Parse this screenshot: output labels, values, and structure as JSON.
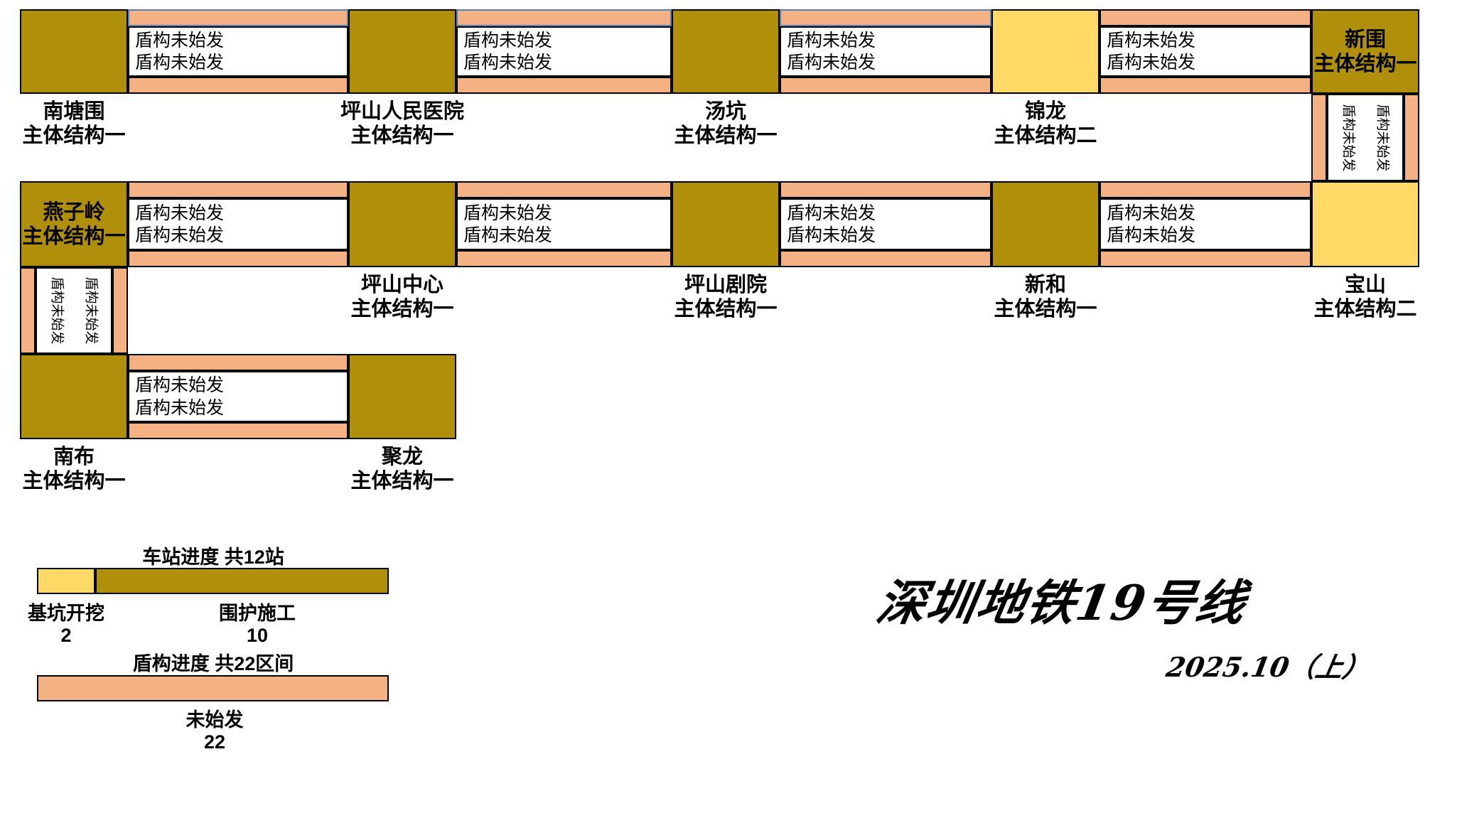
{
  "title": {
    "main": "深圳地铁19号线",
    "period": "2025.10（上）"
  },
  "tunnel_label": "盾构未始发",
  "stations": [
    {
      "name": "南塘围",
      "status": "主体结构一",
      "phase": "围护施工"
    },
    {
      "name": "坪山人民医院",
      "status": "主体结构一",
      "phase": "围护施工"
    },
    {
      "name": "汤坑",
      "status": "主体结构一",
      "phase": "围护施工"
    },
    {
      "name": "锦龙",
      "status": "主体结构二",
      "phase": "基坑开挖"
    },
    {
      "name": "新围",
      "status": "主体结构一",
      "phase": "围护施工"
    },
    {
      "name": "燕子岭",
      "status": "主体结构一",
      "phase": "围护施工"
    },
    {
      "name": "坪山中心",
      "status": "主体结构一",
      "phase": "围护施工"
    },
    {
      "name": "坪山剧院",
      "status": "主体结构一",
      "phase": "围护施工"
    },
    {
      "name": "新和",
      "status": "主体结构一",
      "phase": "围护施工"
    },
    {
      "name": "宝山",
      "status": "主体结构二",
      "phase": "基坑开挖"
    },
    {
      "name": "南布",
      "status": "主体结构一",
      "phase": "围护施工"
    },
    {
      "name": "聚龙",
      "status": "主体结构一",
      "phase": "围护施工"
    }
  ],
  "legend": {
    "station_progress": {
      "title": "车站进度 共12站",
      "items": [
        {
          "label": "基坑开挖",
          "count": "2",
          "color": "#FFD966"
        },
        {
          "label": "围护施工",
          "count": "10",
          "color": "#B08F0A"
        }
      ]
    },
    "tunnel_progress": {
      "title": "盾构进度 共22区间",
      "items": [
        {
          "label": "未始发",
          "count": "22",
          "color": "#F4B183"
        }
      ]
    }
  },
  "colors": {
    "station_main_structure": "#B08F0A",
    "station_pit_excavation": "#FFD966",
    "tunnel_not_launched": "#F4B183",
    "highlight_border": "#4F81BD"
  }
}
